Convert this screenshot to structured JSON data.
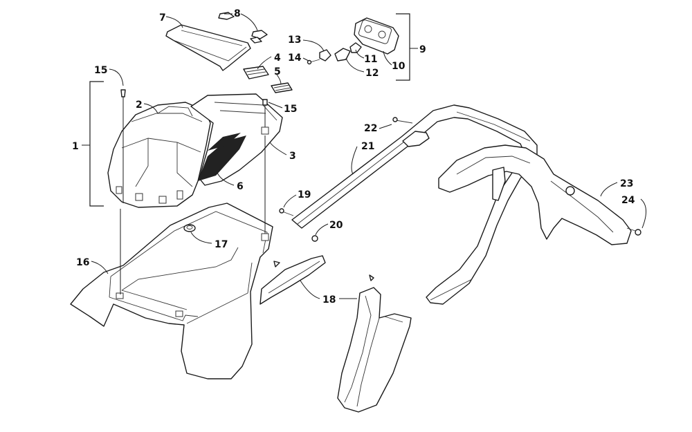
{
  "callouts": {
    "c1": "1",
    "c2": "2",
    "c3": "3",
    "c4": "4",
    "c5": "5",
    "c6": "6",
    "c7": "7",
    "c8": "8",
    "c9": "9",
    "c10": "10",
    "c11": "11",
    "c12": "12",
    "c13": "13",
    "c14": "14",
    "c15a": "15",
    "c15b": "15",
    "c16": "16",
    "c17": "17",
    "c18": "18",
    "c19": "19",
    "c20": "20",
    "c21": "21",
    "c22": "22",
    "c23": "23",
    "c24": "24"
  }
}
